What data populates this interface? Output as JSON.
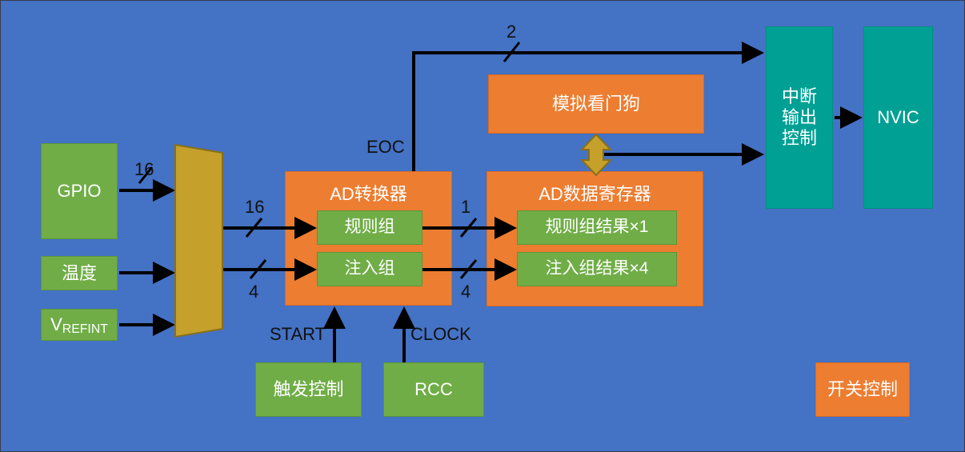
{
  "diagram": {
    "title": "STM32 ADC block diagram",
    "background_color": "#4472C4",
    "colors": {
      "background": "#4472C4",
      "green": "#70AD47",
      "orange": "#ED7D31",
      "teal": "#00A094",
      "gold": "#C5A02B",
      "line": "#000000",
      "text_on_fill": "#FFFFFF",
      "text_on_background": "#111111"
    }
  },
  "sources": {
    "gpio": "GPIO",
    "temperature": "温度",
    "vrefint_main": "V",
    "vrefint_sub": "REFINT"
  },
  "mux": {
    "name": "analog-multiplexer",
    "fill": "#C5A02B"
  },
  "converter": {
    "title": "AD转换器",
    "regular_group": "规则组",
    "injected_group": "注入组"
  },
  "registers": {
    "title": "AD数据寄存器",
    "regular_result": "规则组结果×1",
    "injected_result": "注入组结果×4"
  },
  "watchdog": {
    "label": "模拟看门狗"
  },
  "interrupt": {
    "control_label": "中断\n输出\n控制",
    "nvic_label": "NVIC"
  },
  "control": {
    "trigger": "触发控制",
    "rcc": "RCC",
    "switch": "开关控制"
  },
  "signal_labels": {
    "eoc": "EOC",
    "start": "START",
    "clock": "CLOCK"
  },
  "bus_widths": {
    "gpio_to_mux": "16",
    "mux_to_regular": "16",
    "mux_to_injected": "4",
    "regular_to_reg": "1",
    "injected_to_reg": "4",
    "watchdog_to_interrupt": "2"
  }
}
